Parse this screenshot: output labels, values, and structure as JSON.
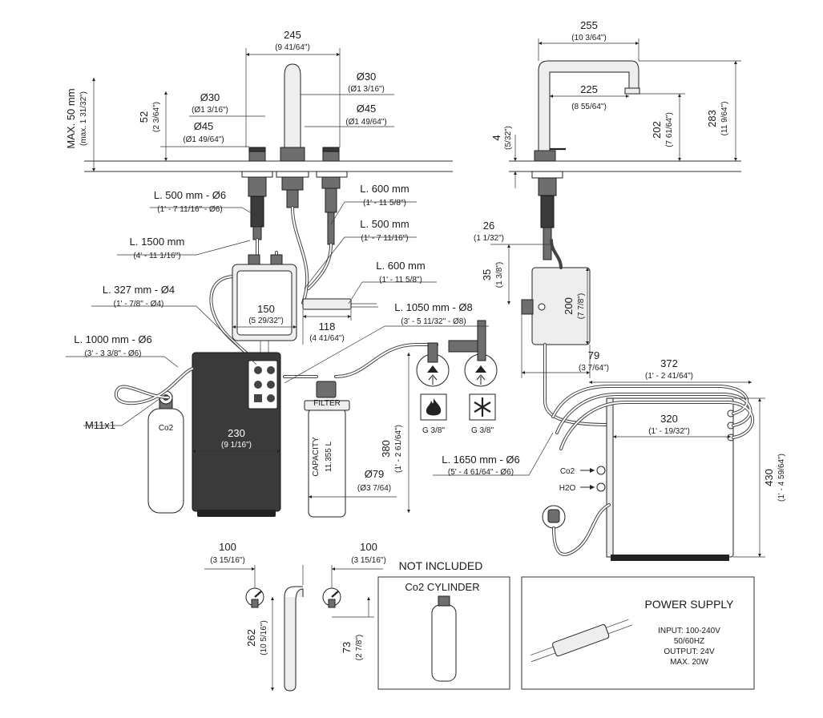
{
  "dimensions": {
    "top_faucet_width": {
      "mm": "245",
      "inch": "(9 41/64\")"
    },
    "right_faucet_width": {
      "mm": "255",
      "inch": "(10 3/64\")"
    },
    "right_faucet_inner": {
      "mm": "225",
      "inch": "(8 55/64\")"
    },
    "right_faucet_height": {
      "mm": "283",
      "inch": "(11 9/64\")"
    },
    "right_spout_height": {
      "mm": "202",
      "inch": "(7 61/64\")"
    },
    "right_base_height": {
      "mm": "4",
      "inch": "(5/32\")"
    },
    "max_deck": {
      "mm": "MAX. 50 mm",
      "inch": "(max. 1 31/32\")"
    },
    "handle_height": {
      "mm": "52",
      "inch": "(2 3/64\")"
    },
    "spout_d30": {
      "mm": "Ø30",
      "inch": "(Ø1 3/16\")"
    },
    "spout_d45": {
      "mm": "Ø45",
      "inch": "(Ø1 49/64\")"
    },
    "handle_d30": {
      "mm": "Ø30",
      "inch": "(Ø1 3/16\")"
    },
    "handle_d45": {
      "mm": "Ø45",
      "inch": "(Ø1 49/64\")"
    },
    "hose_500_d6": {
      "mm": "L. 500 mm - Ø6",
      "inch": "(1' - 7 11/16\" - Ø6)"
    },
    "hose_600_top": {
      "mm": "L. 600 mm",
      "inch": "(1' - 11 5/8\")"
    },
    "hose_500": {
      "mm": "L. 500 mm",
      "inch": "(1' - 7 11/16\")"
    },
    "hose_1500": {
      "mm": "L. 1500 mm",
      "inch": "(4' - 11 1/16\")"
    },
    "hose_600_mid": {
      "mm": "L. 600 mm",
      "inch": "(1' - 11 5/8\")"
    },
    "hose_327": {
      "mm": "L. 327 mm - Ø4",
      "inch": "(1' - 7/8\" - Ø4)"
    },
    "hose_1050": {
      "mm": "L. 1050 mm - Ø8",
      "inch": "(3' - 5 11/32\" - Ø8)"
    },
    "hose_1000": {
      "mm": "L. 1000 mm - Ø6",
      "inch": "(3' - 3 3/8\" - Ø6)"
    },
    "hose_1650": {
      "mm": "L. 1650 mm - Ø6",
      "inch": "(5' - 4 61/64\" - Ø6)"
    },
    "box_width": {
      "mm": "150",
      "inch": "(5 29/32\")"
    },
    "transformer_len": {
      "mm": "118",
      "inch": "(4 41/64\")"
    },
    "unit_width": {
      "mm": "230",
      "inch": "(9 1/16\")"
    },
    "unit_height": {
      "mm": "380",
      "inch": "(1' - 2 61/64\")"
    },
    "filter_dia": {
      "mm": "Ø79",
      "inch": "(Ø3 7/64)"
    },
    "side_26": {
      "mm": "26",
      "inch": "(1 1/32\")"
    },
    "side_35": {
      "mm": "35",
      "inch": "(1 3/8\")"
    },
    "side_200": {
      "mm": "200",
      "inch": "(7 7/8\")"
    },
    "side_79": {
      "mm": "79",
      "inch": "(3 7/64\")"
    },
    "chiller_depth": {
      "mm": "372",
      "inch": "(1' - 2 41/64\")"
    },
    "chiller_width": {
      "mm": "320",
      "inch": "(1' - 19/32\")"
    },
    "chiller_height": {
      "mm": "430",
      "inch": "(1' - 4 59/64\")"
    },
    "wall_left": {
      "mm": "100",
      "inch": "(3 15/16\")"
    },
    "wall_right": {
      "mm": "100",
      "inch": "(3 15/16\")"
    },
    "wall_262": {
      "mm": "262",
      "inch": "(10 5/16\")"
    },
    "wall_73": {
      "mm": "73",
      "inch": "(2 7/8\")"
    }
  },
  "labels": {
    "m11": "M11x1",
    "co2_bottle": "Co2",
    "filter": "FILTER",
    "capacity": "CAPACITY",
    "capacity_val": "11.355 L",
    "g_hot": "G 3/8\"",
    "g_cold": "G 3/8\"",
    "co2_in": "Co2",
    "h2o_in": "H2O",
    "not_included": "NOT INCLUDED",
    "co2_cylinder": "Co2 CYLINDER",
    "power_title": "POWER SUPPLY",
    "power_input": "INPUT: 100-240V",
    "power_freq": "50/60HZ",
    "power_output": "OUTPUT: 24V",
    "power_max": "MAX. 20W"
  },
  "icons": {
    "hot": "flame-icon",
    "cold": "snowflake-icon",
    "plug": "plug-icon"
  },
  "colors": {
    "ink": "#1a1a1a",
    "unit_fill": "#3a3a3a",
    "panel": "#eeeeee"
  }
}
